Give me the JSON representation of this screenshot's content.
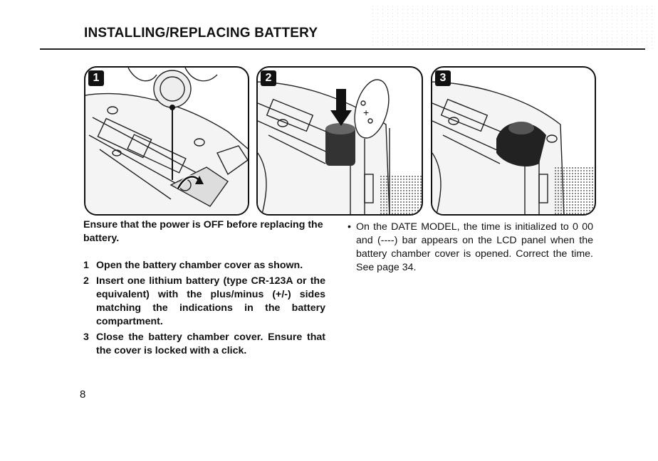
{
  "header": {
    "title": "INSTALLING/REPLACING BATTERY"
  },
  "figures": [
    {
      "number": "1",
      "icon": "battery-cover-opening-illustration"
    },
    {
      "number": "2",
      "icon": "battery-insertion-illustration"
    },
    {
      "number": "3",
      "icon": "battery-cover-closing-illustration"
    }
  ],
  "body": {
    "warning": "Ensure that the power is OFF before replacing the battery.",
    "steps": [
      {
        "num": "1",
        "text": "Open the battery chamber cover as shown."
      },
      {
        "num": "2",
        "text": "Insert one lithium battery (type CR-123A or the equivalent) with the plus/minus (+/-) sides matching the indications in the battery compartment."
      },
      {
        "num": "3",
        "text": "Close the battery chamber cover. Ensure that the cover is locked with a click."
      }
    ],
    "note_bullet": "•",
    "note": "On the DATE MODEL, the time is initialized to 0 00 and (----) bar appears on the LCD panel when the battery chamber cover is opened. Correct the time. See page 34."
  },
  "footer": {
    "page_number": "8"
  }
}
